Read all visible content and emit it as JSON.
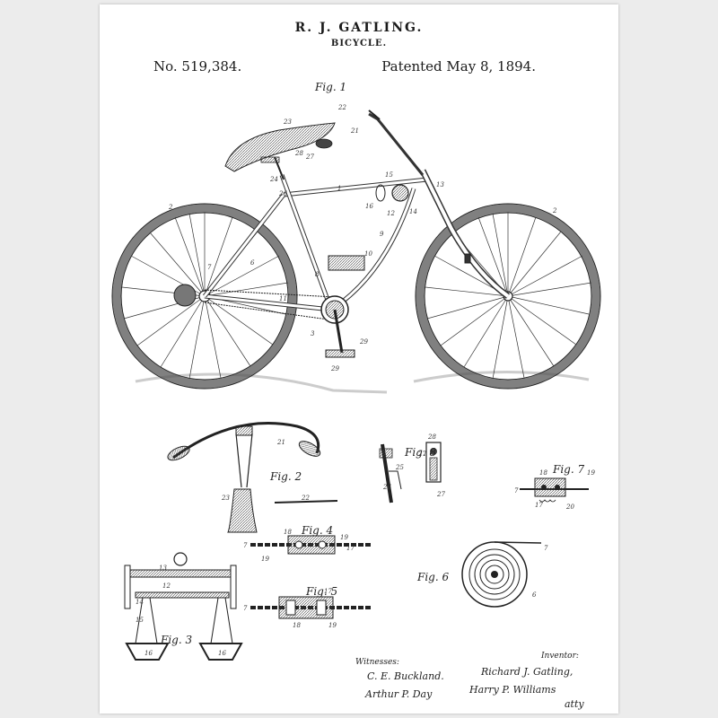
{
  "header": {
    "inventor": "R. J. GATLING.",
    "invention": "BICYCLE.",
    "patent_number": "No. 519,384.",
    "patent_date": "Patented May 8, 1894."
  },
  "figures": {
    "fig1": "Fig. 1",
    "fig2": "Fig. 2",
    "fig3": "Fig. 3",
    "fig4": "Fig. 4",
    "fig5": "Fig. 5",
    "fig6": "Fig. 6",
    "fig7": "Fig. 7",
    "fig8": "Fig. 8"
  },
  "signatures": {
    "witnesses_heading": "Witnesses:",
    "witness_1": "C. E. Buckland.",
    "witness_2": "Arthur P. Day",
    "inventor_heading": "Inventor:",
    "inventor_signature": "Richard J. Gatling,",
    "attorney_signature": "Harry P. Williams",
    "attorney_suffix": "atty"
  },
  "reference_numerals": {
    "fig1": [
      "22",
      "23",
      "21",
      "28",
      "27",
      "24",
      "26",
      "1",
      "13",
      "15",
      "14",
      "16",
      "12",
      "2",
      "9",
      "10",
      "8",
      "7",
      "11",
      "6",
      "3",
      "29",
      "29",
      "2"
    ],
    "fig2": [
      "21",
      "23",
      "22"
    ],
    "fig3": [
      "13",
      "12",
      "14",
      "15",
      "16",
      "16"
    ],
    "fig4": [
      "7",
      "18",
      "19",
      "17",
      "19"
    ],
    "fig5": [
      "7",
      "17",
      "19",
      "18"
    ],
    "fig6": [
      "7",
      "6"
    ],
    "fig7": [
      "7",
      "18",
      "19",
      "17",
      "20"
    ],
    "fig8": [
      "25",
      "26",
      "27",
      "28",
      "27"
    ]
  },
  "colors": {
    "page_background": "#ececec",
    "sheet": "#ffffff",
    "ink": "#1a1a1a"
  }
}
